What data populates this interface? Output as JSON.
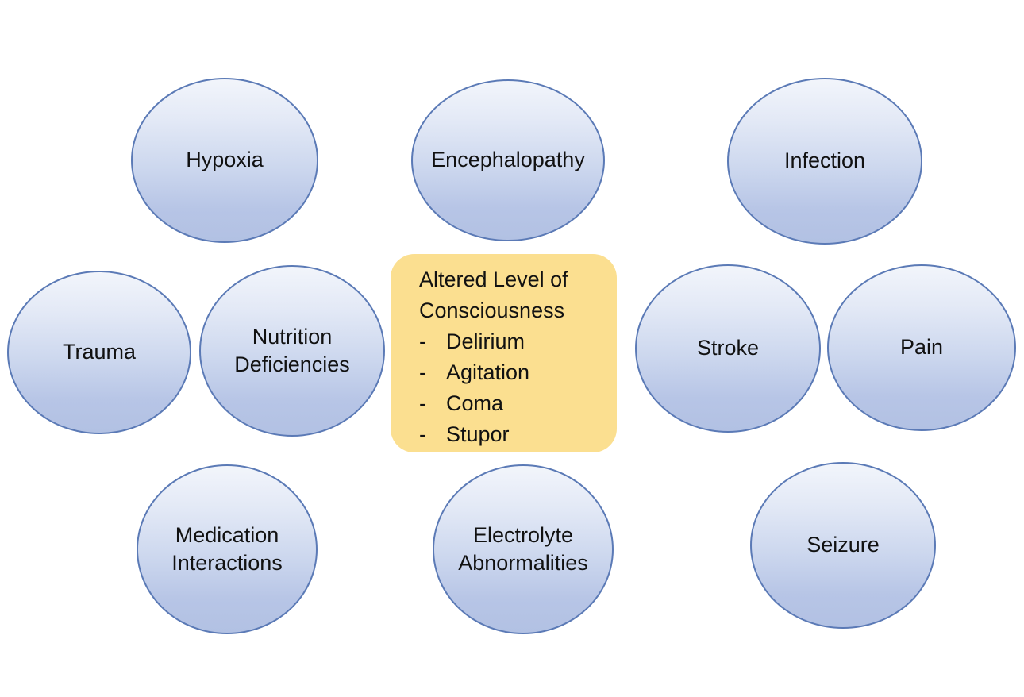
{
  "colors": {
    "background": "#ffffff",
    "ellipse_border": "#5b7ab6",
    "ellipse_gradient_top": "#f2f5fb",
    "ellipse_gradient_bottom": "#b2c1e3",
    "center_box_fill": "#fbdf90",
    "text": "#111111"
  },
  "center_box": {
    "title": "Altered Level of Consciousness",
    "bullet_char": "-",
    "items": [
      "Delirium",
      "Agitation",
      "Coma",
      "Stupor"
    ]
  },
  "nodes": [
    {
      "label": "Hypoxia"
    },
    {
      "label": "Encephalopathy"
    },
    {
      "label": "Infection"
    },
    {
      "label": "Trauma"
    },
    {
      "label": "Nutrition Deficiencies"
    },
    {
      "label": "Stroke"
    },
    {
      "label": "Pain"
    },
    {
      "label": "Medication Interactions"
    },
    {
      "label": "Electrolyte Abnormalities"
    },
    {
      "label": "Seizure"
    }
  ]
}
